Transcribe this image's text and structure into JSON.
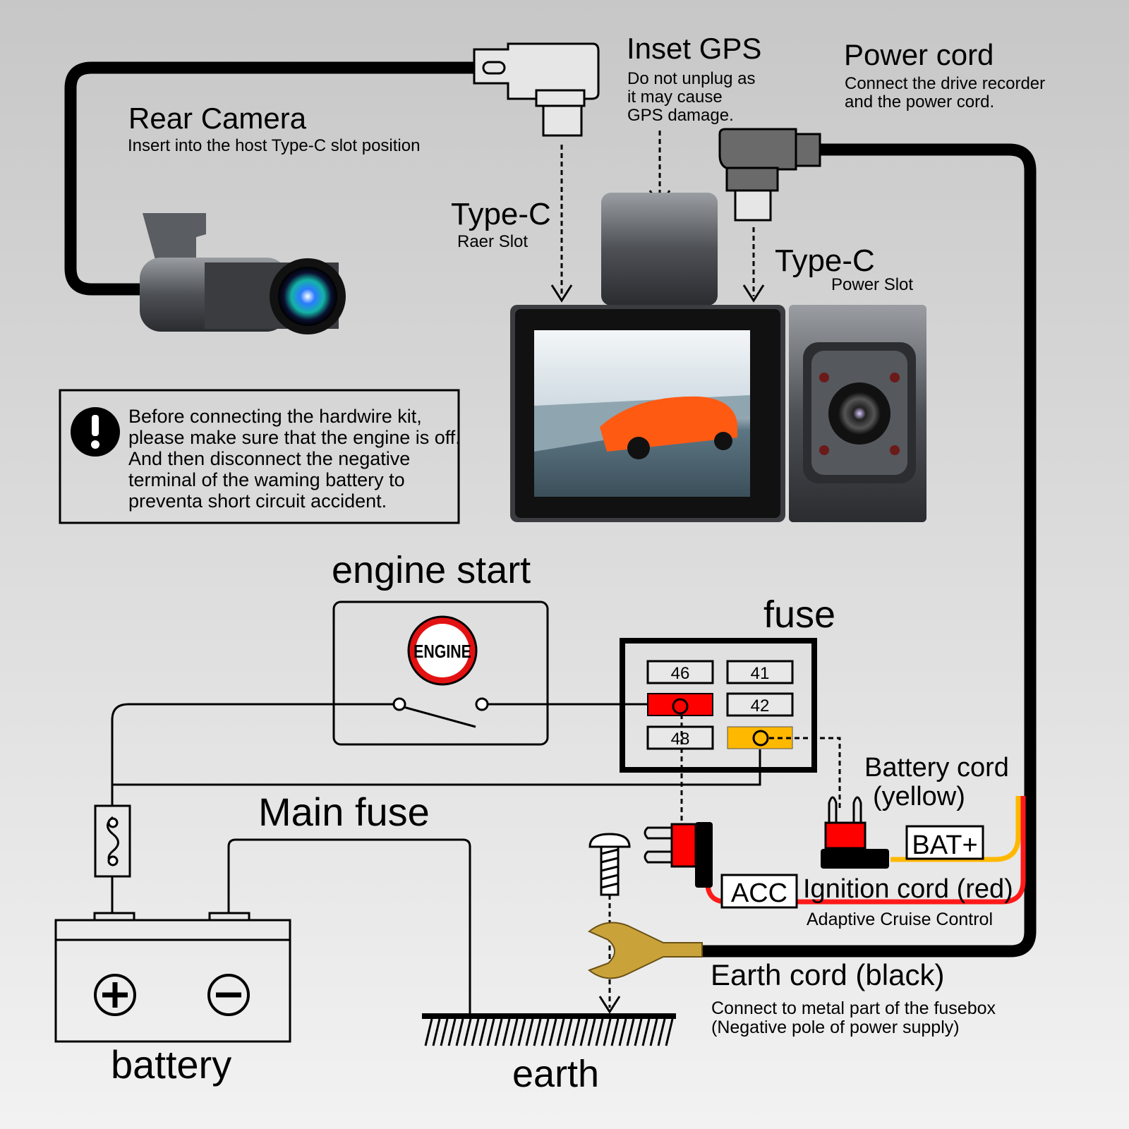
{
  "rear_camera": {
    "title": "Rear Camera",
    "subtitle": "Insert into the host Type-C slot position"
  },
  "inset_gps": {
    "title": "Inset GPS",
    "lines": [
      "Do not unplug as",
      "it may cause",
      "GPS damage."
    ]
  },
  "power_cord": {
    "title": "Power cord",
    "lines": [
      "Connect the drive recorder",
      "and the power cord."
    ]
  },
  "rear_slot": {
    "title": "Type-C",
    "subtitle": "Raer Slot"
  },
  "power_slot": {
    "title": "Type-C",
    "subtitle": "Power Slot"
  },
  "warning": {
    "icon": "exclamation-icon",
    "lines": [
      "Before connecting the hardwire kit,",
      "please make sure that the engine is off.",
      "And then disconnect the negative",
      "terminal of the waming battery to",
      "preventa short circuit accident."
    ]
  },
  "engine_start": {
    "title": "engine start",
    "badge": "ENGINE"
  },
  "fuse": {
    "title": "fuse",
    "slots": [
      "46",
      "41",
      "",
      "42",
      "48",
      ""
    ]
  },
  "main_fuse": {
    "title": "Main fuse"
  },
  "battery": {
    "title": "battery",
    "plus": "+",
    "minus": "−"
  },
  "earth": {
    "title": "earth"
  },
  "battery_cord": {
    "lines": [
      "Battery cord",
      "(yellow)"
    ],
    "tag": "BAT+"
  },
  "ignition_cord": {
    "tag": "ACC",
    "title": "Ignition cord (red)",
    "subtitle": "Adaptive Cruise Control"
  },
  "earth_cord": {
    "title": "Earth cord (black)",
    "lines": [
      "Connect to metal part of the fusebox",
      "(Negative pole of power supply)"
    ]
  },
  "colors": {
    "red_wire": "#ff1a1a",
    "yellow_wire": "#ffb800",
    "fuse_red": "#ff0000",
    "fuse_yellow": "#ffb800",
    "ring_terminal": "#c9a23a"
  }
}
